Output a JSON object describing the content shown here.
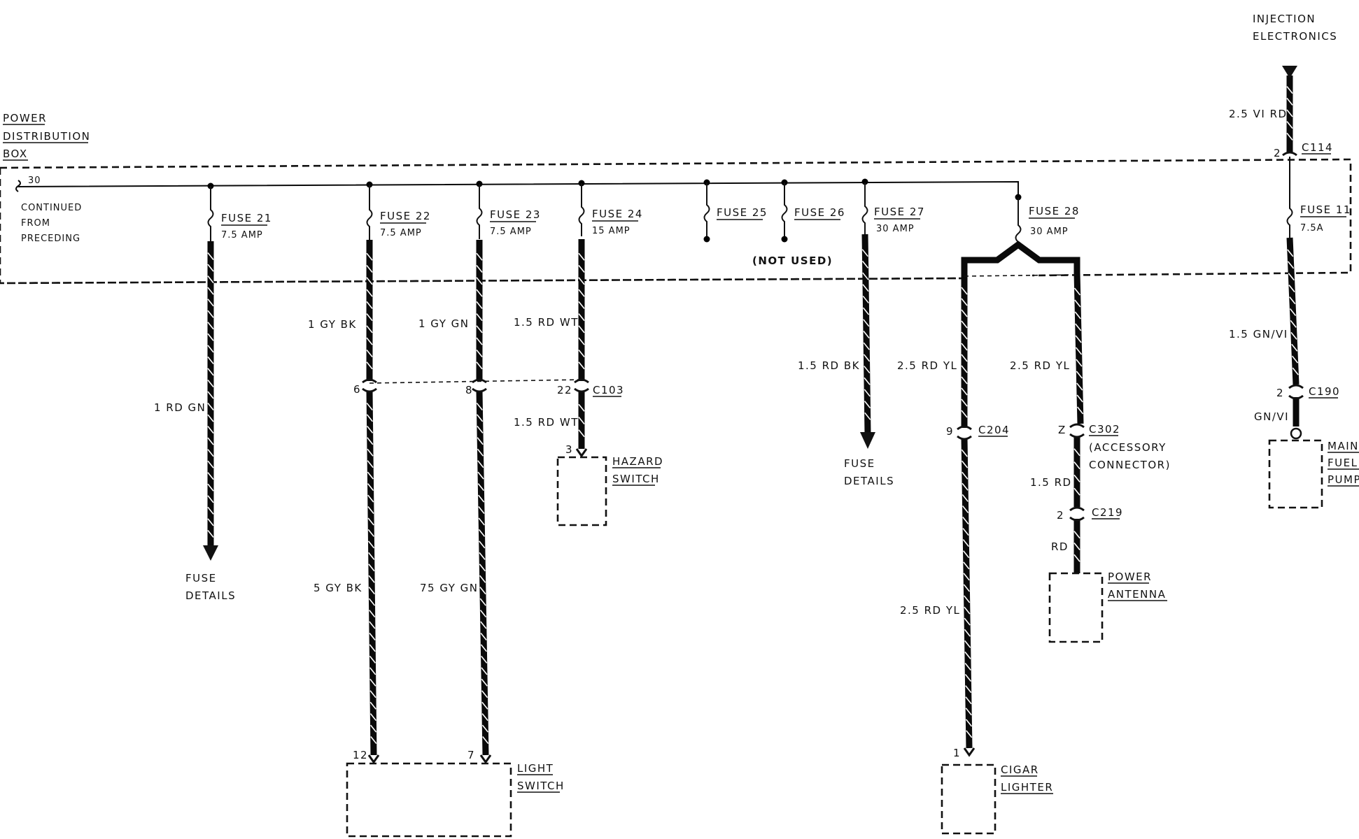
{
  "box": {
    "title_lines": [
      "POWER",
      "DISTRIBUTION",
      "BOX"
    ],
    "terminal": "30",
    "continued_lines": [
      "CONTINUED",
      "FROM",
      "PRECEDING"
    ],
    "not_used": "(NOT USED)"
  },
  "injection": {
    "lines": [
      "INJECTION",
      "ELECTRONICS"
    ],
    "wire": "2.5 VI RD",
    "pin": "2",
    "connector": "C114"
  },
  "fuses": {
    "f21": {
      "name": "FUSE 21",
      "rating": "7.5 AMP"
    },
    "f22": {
      "name": "FUSE 22",
      "rating": "7.5 AMP"
    },
    "f23": {
      "name": "FUSE 23",
      "rating": "7.5 AMP"
    },
    "f24": {
      "name": "FUSE 24",
      "rating": "15 AMP"
    },
    "f25": {
      "name": "FUSE 25"
    },
    "f26": {
      "name": "FUSE 26"
    },
    "f27": {
      "name": "FUSE 27",
      "rating": "30 AMP"
    },
    "f28": {
      "name": "FUSE 28",
      "rating": "30 AMP"
    },
    "f11": {
      "name": "FUSE 11",
      "rating": "7.5A"
    }
  },
  "wires": {
    "w21": "1 RD GN",
    "w22_top": "1 GY BK",
    "w22_bot": "5 GY BK",
    "w23_top": "1 GY GN",
    "w23_bot": "75 GY GN",
    "w24_top": "1.5 RD WT",
    "w24_bot": "1.5 RD WT",
    "w27": "1.5 RD BK",
    "w28_left_top": "2.5 RD YL",
    "w28_right_top": "2.5 RD YL",
    "w28_left_bot": "2.5 RD YL",
    "w28_right_mid": "1.5 RD",
    "w28_right_bot": "RD",
    "w11_top": "1.5 GN/VI",
    "w11_bot": "GN/VI"
  },
  "connectors": {
    "c103": {
      "name": "C103",
      "pin_a": "6",
      "pin_b": "8",
      "pin_c": "22"
    },
    "c204": {
      "name": "C204",
      "pin": "9"
    },
    "c302": {
      "name": "C302",
      "pin": "Z",
      "desc_lines": [
        "(ACCESSORY",
        "CONNECTOR)"
      ]
    },
    "c219": {
      "name": "C219",
      "pin": "2"
    },
    "c190": {
      "name": "C190",
      "pin": "2"
    }
  },
  "components": {
    "hazard": {
      "lines": [
        "HAZARD",
        "SWITCH"
      ],
      "pin": "3"
    },
    "light": {
      "lines": [
        "LIGHT",
        "SWITCH"
      ],
      "pin_a": "12",
      "pin_b": "7"
    },
    "cigar": {
      "lines": [
        "CIGAR",
        "LIGHTER"
      ],
      "pin": "1"
    },
    "antenna": {
      "lines": [
        "POWER",
        "ANTENNA"
      ]
    },
    "fuel_pump": {
      "lines": [
        "MAIN",
        "FUEL",
        "PUMP"
      ]
    }
  },
  "arrows": {
    "fuse_details_21": [
      "FUSE",
      "DETAILS"
    ],
    "fuse_details_27": [
      "FUSE",
      "DETAILS"
    ]
  }
}
